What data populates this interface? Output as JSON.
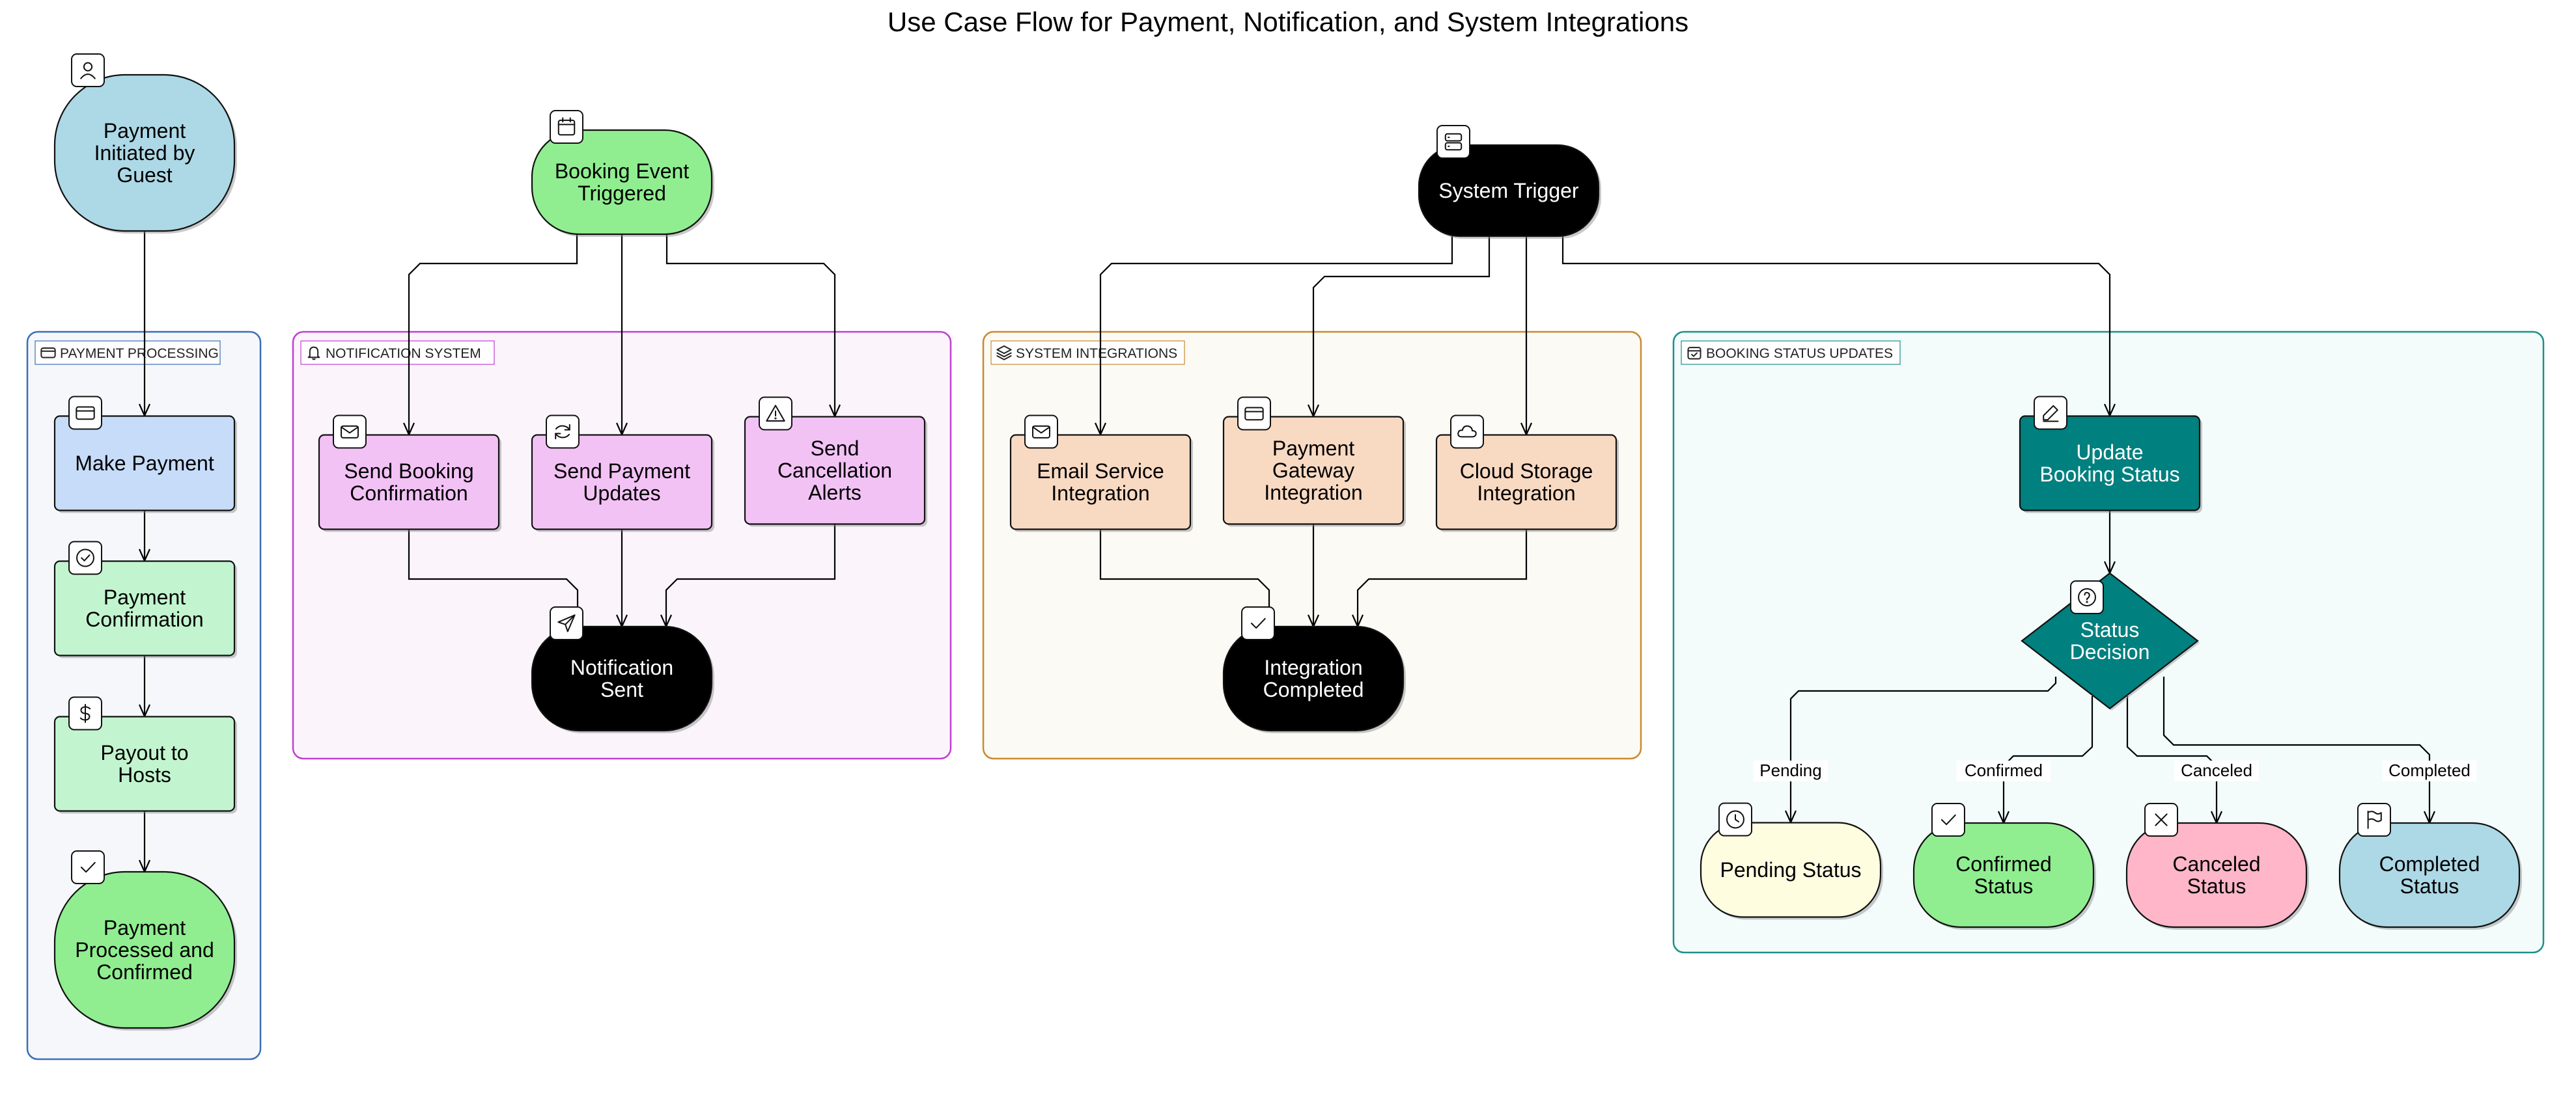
{
  "diagram": {
    "title": "Use Case Flow for Payment, Notification, and System Integrations",
    "clusters": {
      "payment": {
        "label": "PAYMENT PROCESSING",
        "icon": "credit-card-icon",
        "border": "#3b6fb6",
        "fill": "#f5f7fb"
      },
      "notification": {
        "label": "NOTIFICATION SYSTEM",
        "icon": "bell-icon",
        "border": "#c03fd0",
        "fill": "#fbf5fb"
      },
      "integrations": {
        "label": "SYSTEM INTEGRATIONS",
        "icon": "layers-icon",
        "border": "#c98a2e",
        "fill": "#fbfaf5"
      },
      "booking": {
        "label": "BOOKING STATUS UPDATES",
        "icon": "calendar-check-icon",
        "border": "#1f8f8a",
        "fill": "#f3fbfb"
      }
    },
    "nodes": {
      "payment_initiated": {
        "label": [
          "Payment",
          "Initiated by",
          "Guest"
        ],
        "icon": "user-icon",
        "fill": "#add8e6"
      },
      "make_payment": {
        "label": [
          "Make Payment"
        ],
        "icon": "credit-card-icon",
        "fill": "#c6dcf9"
      },
      "payment_confirmation": {
        "label": [
          "Payment",
          "Confirmation"
        ],
        "icon": "check-circle-icon",
        "fill": "#c2f5cf"
      },
      "payout_hosts": {
        "label": [
          "Payout to",
          "Hosts"
        ],
        "icon": "dollar-icon",
        "fill": "#c2f5cf"
      },
      "payment_processed": {
        "label": [
          "Payment",
          "Processed and",
          "Confirmed"
        ],
        "icon": "check-icon",
        "fill": "#90ee90"
      },
      "booking_event": {
        "label": [
          "Booking Event",
          "Triggered"
        ],
        "icon": "calendar-icon",
        "fill": "#90ee90"
      },
      "send_booking": {
        "label": [
          "Send Booking",
          "Confirmation"
        ],
        "icon": "mail-icon",
        "fill": "#f2c2f5"
      },
      "send_payment": {
        "label": [
          "Send Payment",
          "Updates"
        ],
        "icon": "refresh-icon",
        "fill": "#f2c2f5"
      },
      "send_cancellation": {
        "label": [
          "Send",
          "Cancellation",
          "Alerts"
        ],
        "icon": "alert-triangle-icon",
        "fill": "#f2c2f5"
      },
      "notification_sent": {
        "label": [
          "Notification",
          "Sent"
        ],
        "icon": "send-icon",
        "fill": "#000000"
      },
      "system_trigger": {
        "label": [
          "System Trigger"
        ],
        "icon": "server-icon",
        "fill": "#000000"
      },
      "email_service": {
        "label": [
          "Email Service",
          "Integration"
        ],
        "icon": "mail-icon",
        "fill": "#f8d9c2"
      },
      "payment_gateway": {
        "label": [
          "Payment",
          "Gateway",
          "Integration"
        ],
        "icon": "credit-card-icon",
        "fill": "#f8d9c2"
      },
      "cloud_storage": {
        "label": [
          "Cloud Storage",
          "Integration"
        ],
        "icon": "cloud-icon",
        "fill": "#f8d9c2"
      },
      "integration_completed": {
        "label": [
          "Integration",
          "Completed"
        ],
        "icon": "check-icon",
        "fill": "#000000"
      },
      "update_booking": {
        "label": [
          "Update",
          "Booking Status"
        ],
        "icon": "edit-icon",
        "fill": "#00807f"
      },
      "status_decision": {
        "label": [
          "Status",
          "Decision"
        ],
        "icon": "help-circle-icon",
        "fill": "#00807f"
      },
      "pending_status": {
        "label": [
          "Pending Status"
        ],
        "icon": "clock-icon",
        "fill": "#fffde0"
      },
      "confirmed_status": {
        "label": [
          "Confirmed",
          "Status"
        ],
        "icon": "check-icon",
        "fill": "#90ee90"
      },
      "canceled_status": {
        "label": [
          "Canceled",
          "Status"
        ],
        "icon": "x-icon",
        "fill": "#ffb6c8"
      },
      "completed_status": {
        "label": [
          "Completed",
          "Status"
        ],
        "icon": "flag-icon",
        "fill": "#add8e6"
      }
    },
    "edges": [
      {
        "from": "payment_initiated",
        "to": "make_payment",
        "label": ""
      },
      {
        "from": "make_payment",
        "to": "payment_confirmation",
        "label": ""
      },
      {
        "from": "payment_confirmation",
        "to": "payout_hosts",
        "label": ""
      },
      {
        "from": "payout_hosts",
        "to": "payment_processed",
        "label": ""
      },
      {
        "from": "booking_event",
        "to": "send_booking",
        "label": ""
      },
      {
        "from": "booking_event",
        "to": "send_payment",
        "label": ""
      },
      {
        "from": "booking_event",
        "to": "send_cancellation",
        "label": ""
      },
      {
        "from": "send_booking",
        "to": "notification_sent",
        "label": ""
      },
      {
        "from": "send_payment",
        "to": "notification_sent",
        "label": ""
      },
      {
        "from": "send_cancellation",
        "to": "notification_sent",
        "label": ""
      },
      {
        "from": "system_trigger",
        "to": "email_service",
        "label": ""
      },
      {
        "from": "system_trigger",
        "to": "payment_gateway",
        "label": ""
      },
      {
        "from": "system_trigger",
        "to": "cloud_storage",
        "label": ""
      },
      {
        "from": "system_trigger",
        "to": "update_booking",
        "label": ""
      },
      {
        "from": "email_service",
        "to": "integration_completed",
        "label": ""
      },
      {
        "from": "payment_gateway",
        "to": "integration_completed",
        "label": ""
      },
      {
        "from": "cloud_storage",
        "to": "integration_completed",
        "label": ""
      },
      {
        "from": "update_booking",
        "to": "status_decision",
        "label": ""
      },
      {
        "from": "status_decision",
        "to": "pending_status",
        "label": "Pending"
      },
      {
        "from": "status_decision",
        "to": "confirmed_status",
        "label": "Confirmed"
      },
      {
        "from": "status_decision",
        "to": "canceled_status",
        "label": "Canceled"
      },
      {
        "from": "status_decision",
        "to": "completed_status",
        "label": "Completed"
      }
    ]
  }
}
